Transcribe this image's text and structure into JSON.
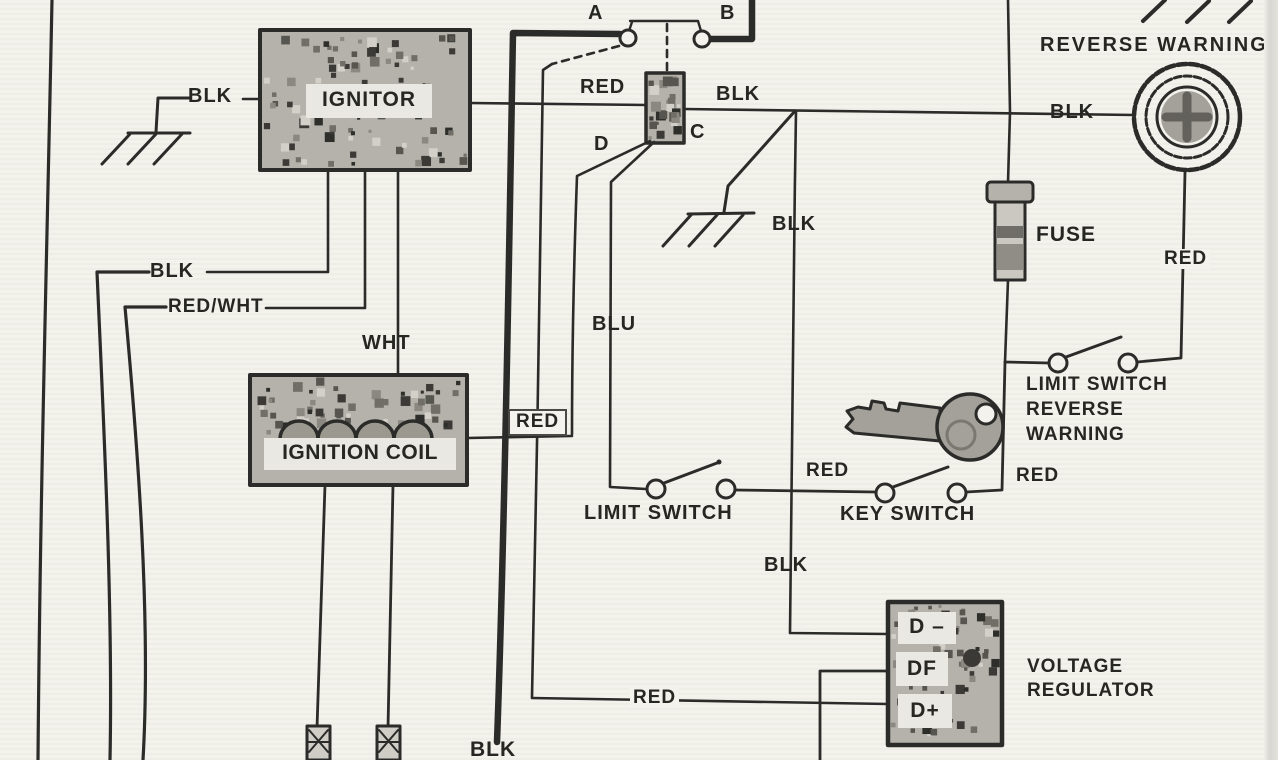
{
  "labels": {
    "blk_ignitor": "BLK",
    "ignitor": "IGNITOR",
    "a": "A",
    "b": "B",
    "red_top": "RED",
    "blk_c_right": "BLK",
    "c": "C",
    "d": "D",
    "blk_left2": "BLK",
    "red_wht": "RED/WHT",
    "wht": "WHT",
    "blu": "BLU",
    "blk_ground_mid": "BLK",
    "red_coil": "RED",
    "ignition_coil": "IGNITION COIL",
    "reverse_warning": "REVERSE WARNING",
    "blk_buzzer": "BLK",
    "fuse": "FUSE",
    "red_buzzer": "RED",
    "limit_switch_rw_line1": "LIMIT SWITCH",
    "limit_switch_rw_line2": "REVERSE",
    "limit_switch_rw_line3": "WARNING",
    "red_key_left": "RED",
    "red_key_right": "RED",
    "key_switch": "KEY SWITCH",
    "limit_switch": "LIMIT SWITCH",
    "blk_center": "BLK",
    "voltage_regulator_line1": "VOLTAGE",
    "voltage_regulator_line2": "REGULATOR",
    "reg_d_minus": "D –",
    "reg_df": "DF",
    "reg_d_plus": "D+",
    "red_bottom": "RED",
    "blk_bottom": "BLK"
  },
  "colors": {
    "ink": "#2b2b29",
    "paper": "#f3f2ec",
    "component_fill": "#b4b2ab"
  }
}
